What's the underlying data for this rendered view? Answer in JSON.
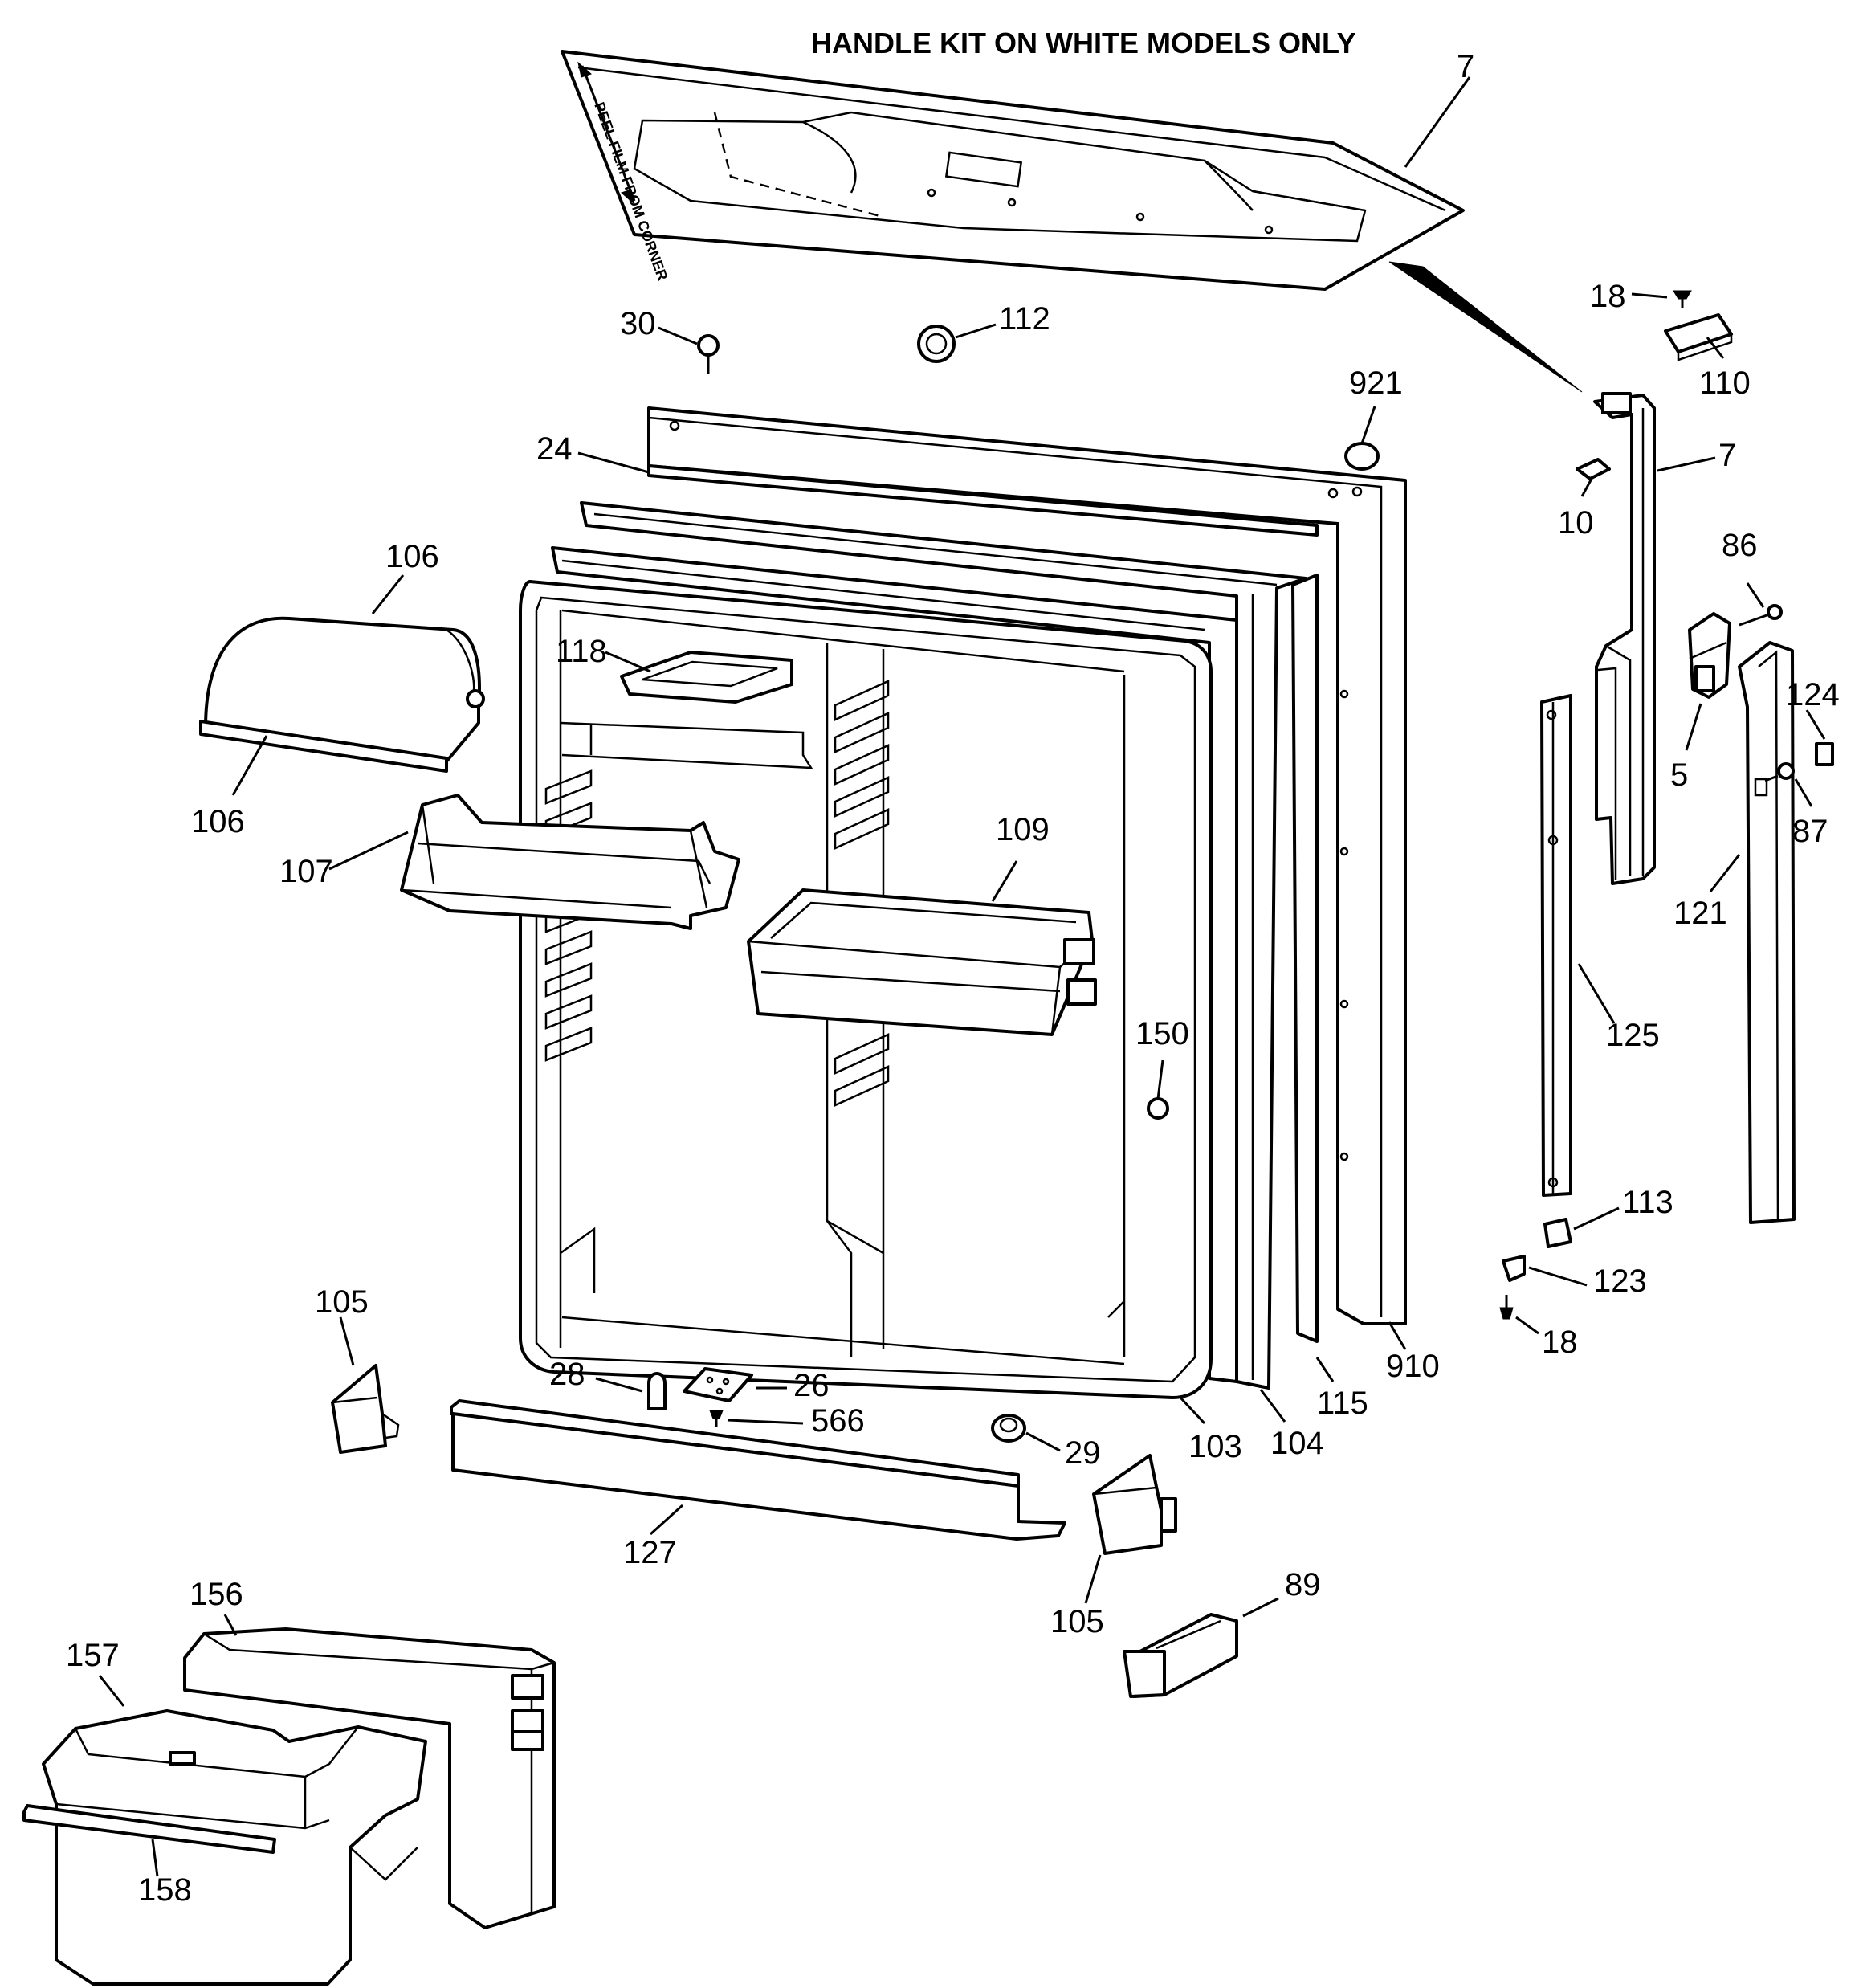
{
  "title": "HANDLE KIT ON WHITE MODELS ONLY",
  "handle_kit_note": "PEEL FILM FROM CORNER",
  "callouts": {
    "c7a": "7",
    "c7b": "7",
    "c18a": "18",
    "c18b": "18",
    "c110": "110",
    "c30": "30",
    "c112": "112",
    "c921": "921",
    "c24": "24",
    "c10": "10",
    "c86": "86",
    "c106a": "106",
    "c106b": "106",
    "c118": "118",
    "c124": "124",
    "c5": "5",
    "c87": "87",
    "c107": "107",
    "c109": "109",
    "c121": "121",
    "c125": "125",
    "c150": "150",
    "c113": "113",
    "c123": "123",
    "c105a": "105",
    "c105b": "105",
    "c910": "910",
    "c28": "28",
    "c26": "26",
    "c115": "115",
    "c566": "566",
    "c29": "29",
    "c103": "103",
    "c104": "104",
    "c127": "127",
    "c156": "156",
    "c89": "89",
    "c157": "157",
    "c158": "158"
  }
}
